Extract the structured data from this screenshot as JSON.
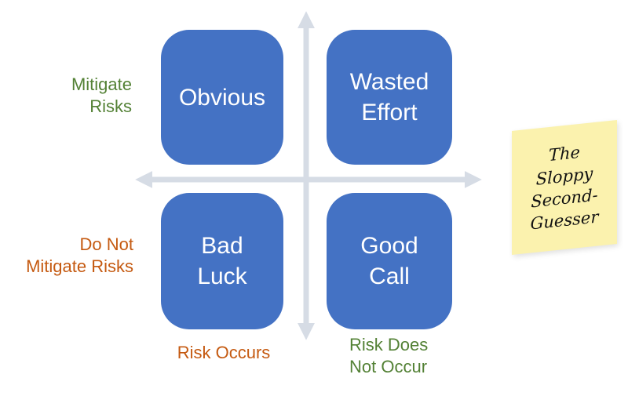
{
  "diagram": {
    "quadrants": {
      "top_left": {
        "label": "Obvious"
      },
      "top_right": {
        "label": "Wasted\nEffort"
      },
      "bottom_left": {
        "label": "Bad\nLuck"
      },
      "bottom_right": {
        "label": "Good\nCall"
      }
    },
    "row_labels": {
      "top": {
        "label": "Mitigate\nRisks"
      },
      "bottom": {
        "label": "Do Not\nMitigate Risks"
      }
    },
    "col_labels": {
      "left": {
        "label": "Risk Occurs"
      },
      "right": {
        "label": "Risk Does\nNot Occur"
      }
    },
    "note": {
      "text": "The\nSloppy\nSecond-\nGuesser"
    },
    "colors": {
      "quadrant_fill": "#4472C4",
      "quadrant_text": "#FFFFFF",
      "axis": "#D6DCE5",
      "green_label": "#538135",
      "orange_label": "#C55A11",
      "note_fill": "#FBF2AE",
      "note_text": "#111111"
    }
  }
}
